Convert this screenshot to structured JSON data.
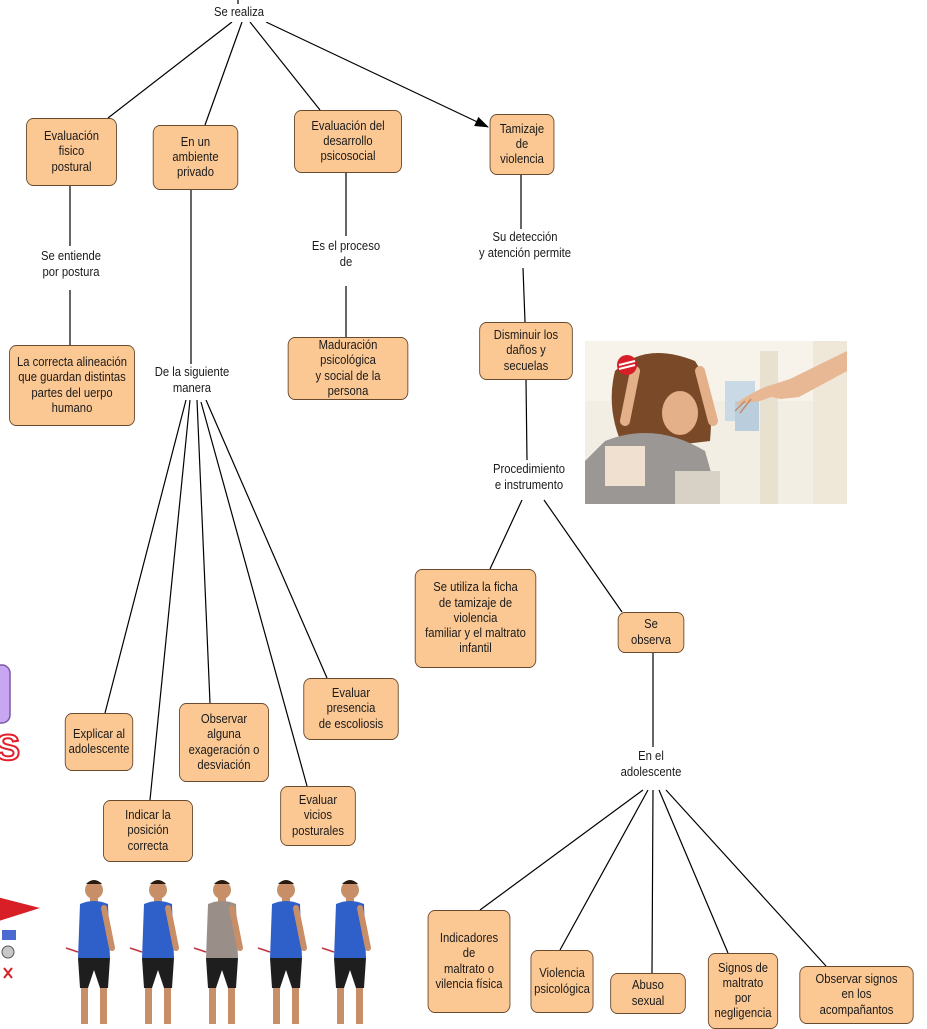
{
  "linking": {
    "se_realiza": "Se realiza",
    "postura": "Se entiende\npor postura",
    "proceso": "Es el proceso\nde",
    "deteccion": "Su detección\ny atención permite",
    "manera": "De la siguiente\nmanera",
    "procedimiento": "Procedimiento\ne instrumento",
    "adolescente": "En el\nadolescente"
  },
  "nodes": {
    "fisico": "Evaluación fisico\npostural",
    "ambiente": "En un ambiente\nprivado",
    "psicosocial": "Evaluación del\ndesarrollo psicosocial",
    "tamizaje": "Tamizaje de\nviolencia",
    "alineacion": "La correcta alineación\nque guardan distintas\npartes del uerpo humano",
    "maduracion": "Maduración psicológica\ny social de la persona",
    "disminuir": "Disminuir los\ndaños y secuelas",
    "ficha": "Se utiliza la ficha\nde tamizaje de violencia\nfamiliar y el maltrato\ninfantil",
    "observa": "Se observa",
    "explicar": "Explicar al\nadolescente",
    "observar_exag": "Observar alguna\nexageración o\ndesviación",
    "escoliosis": "Evaluar presencia\nde escoliosis",
    "indicar": "Indicar la\nposición correcta",
    "vicios": "Evaluar vicios\nposturales",
    "indicadores": "Indicadores de\nmaltrato o\nvilencia física",
    "psicologica": "Violencia\npsicológica",
    "abuso": "Abuso sexual",
    "signos": "Signos de\nmaltrato por\nnegligencia",
    "acompanantes": "Observar signos\nen los acompañantos"
  },
  "edge_label_fragment": "S",
  "colors": {
    "node_fill": "#fbc894",
    "node_border": "#6a4a2e",
    "line": "#000000",
    "shirt": "#2f5fc8",
    "side_box": "#c9a6f2",
    "side_text": "#e01f2a"
  }
}
